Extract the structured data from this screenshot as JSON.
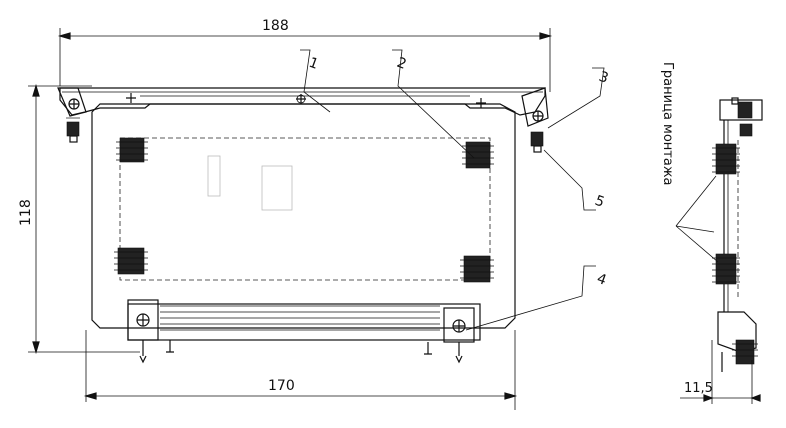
{
  "dimensions": {
    "width_top": "188",
    "width_bottom": "170",
    "height_left": "118",
    "side_thickness": "11,5"
  },
  "callouts": {
    "c1": "1",
    "c2": "2",
    "c3": "3",
    "c4": "4",
    "c5": "5"
  },
  "side_view": {
    "label": "Граница монтажа"
  }
}
